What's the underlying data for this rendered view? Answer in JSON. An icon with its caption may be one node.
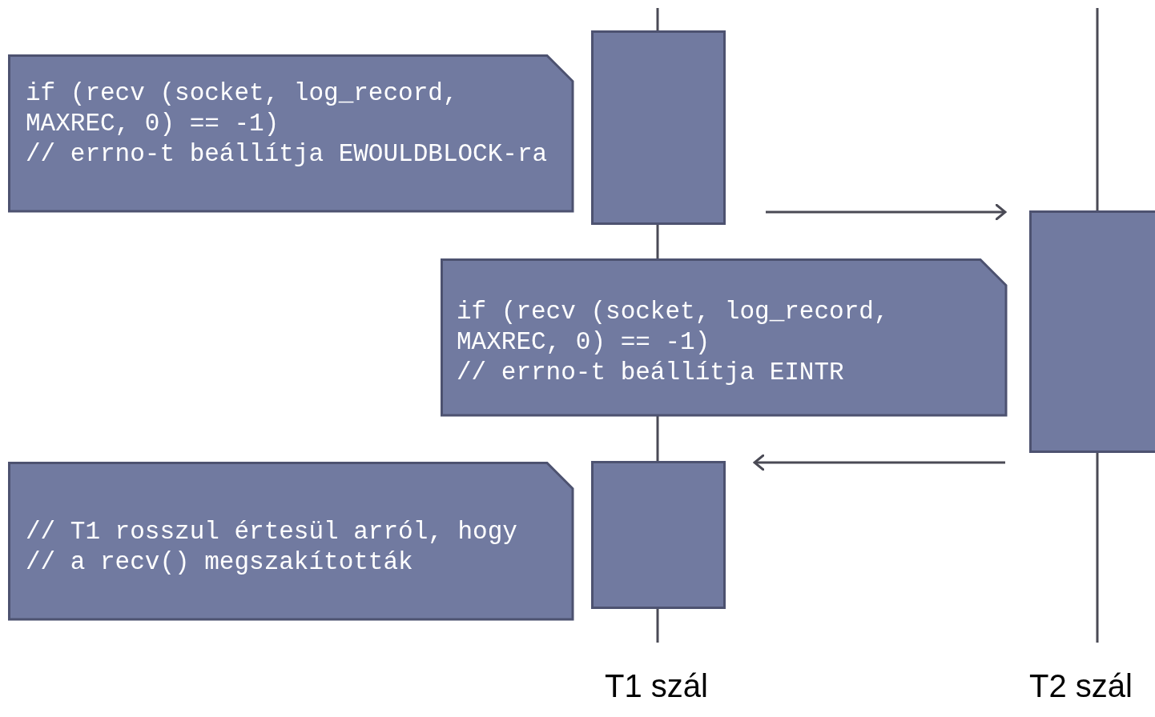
{
  "diagram": {
    "nodes": [
      {
        "text": [
          "if (recv (socket, log_record, MAXREC, 0) == -1)",
          "// errno-t beállítja EWOULDBLOCK-ra"
        ]
      },
      {
        "text": [],
        "shape": "box"
      },
      {
        "text": [
          "if (recv (socket, log_record, MAXREC, 0) == -1)",
          "// errno-t beállítja EINTR"
        ]
      },
      {
        "text": [],
        "shape": "box"
      },
      {
        "text": [],
        "shape": "box"
      },
      {
        "text": [
          "// T1 rosszul értesül arról, hogy",
          "// a recv() megszakították"
        ]
      }
    ],
    "edges": [
      {
        "from": 1,
        "to": 3,
        "arrow": "to"
      },
      {
        "from": 3,
        "to": 4,
        "arrow": "to"
      }
    ],
    "labels": [
      "T1 szál",
      "T2 szál"
    ]
  }
}
